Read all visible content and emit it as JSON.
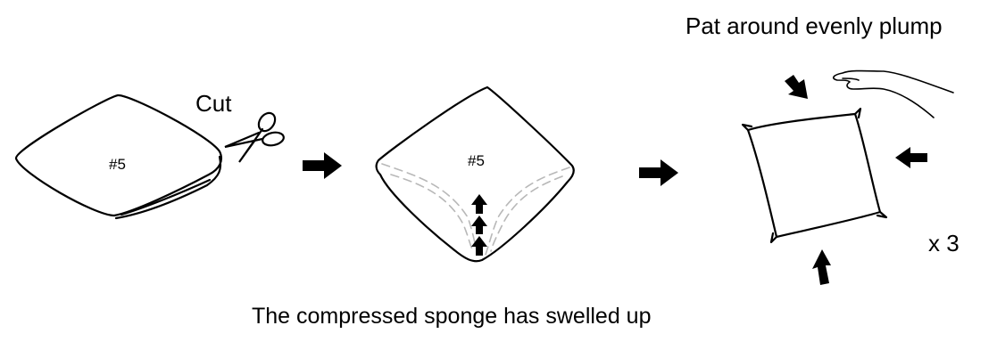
{
  "labels": {
    "cut": "Cut",
    "pat_around": "Pat around evenly plump",
    "repeat": "x 3",
    "caption": "The compressed sponge has swelled up"
  },
  "packages": {
    "compressed_label": "#5",
    "expanded_label": "#5"
  },
  "icons": [
    "scissors-icon",
    "hand-icon",
    "arrow-right-icon",
    "arrow-up-icon",
    "arrow-down-icon",
    "arrow-left-icon"
  ],
  "colors": {
    "ink": "#000000",
    "seam_dash": "#b8b8b8",
    "background": "#ffffff"
  }
}
